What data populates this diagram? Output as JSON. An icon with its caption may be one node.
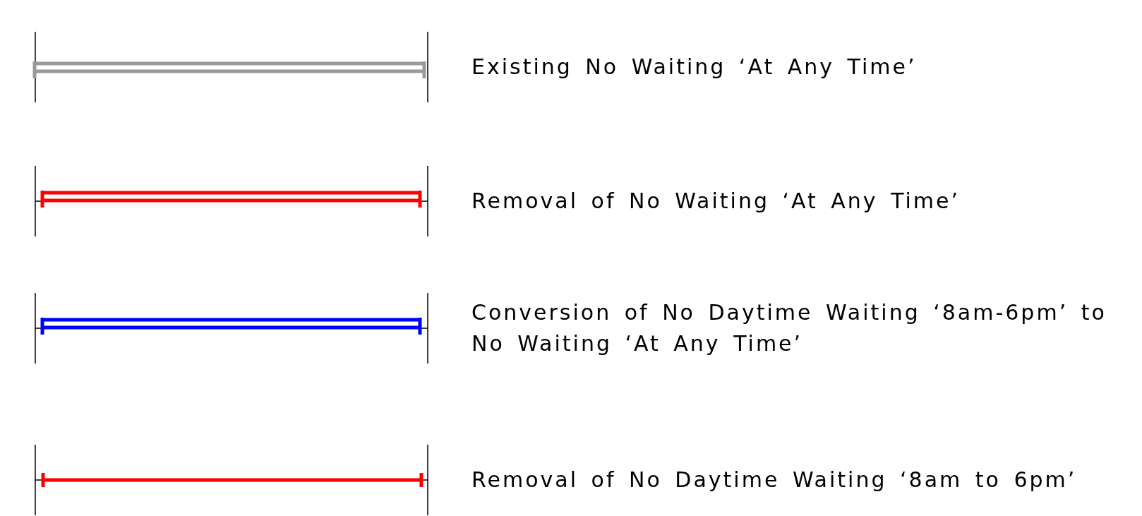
{
  "diagram": {
    "legend": [
      {
        "text": "Existing No Waiting ‘At Any Time’"
      },
      {
        "text": "Removal of No Waiting ‘At Any Time’"
      },
      {
        "text": "Conversion of No Daytime Waiting ‘8am-6pm’ to No Waiting ‘At Any Time’"
      },
      {
        "text": "Removal of No Daytime Waiting ‘8am to 6pm’"
      }
    ]
  }
}
